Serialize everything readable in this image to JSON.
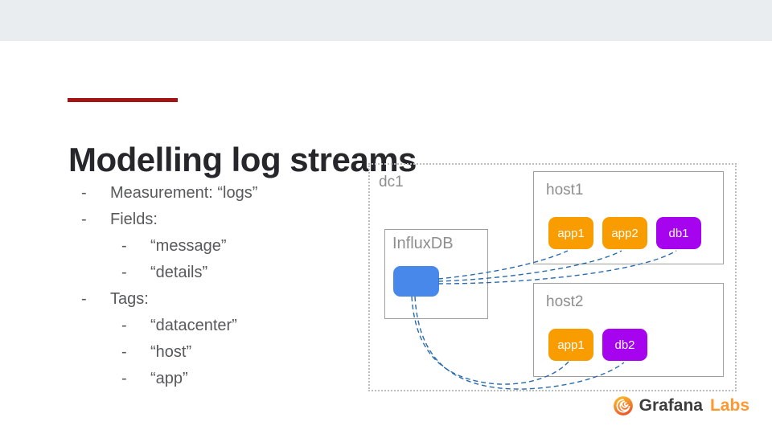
{
  "slide": {
    "title": "Modelling log streams"
  },
  "colors": {
    "topbar": "#e9edef",
    "accent_line": "#a31515",
    "title": "#26262b",
    "body_text": "#58595b",
    "box_label": "#8e8e8e",
    "box_border": "#9e9e9e",
    "dotted_border": "#bdbdbd",
    "app_node": "#f99c00",
    "db_node": "#a603ef",
    "influx_node": "#4788ea",
    "connector": "#2a6bad",
    "brand_text": "#3d3d3d",
    "brand_accent": "#ff9831"
  },
  "bullets": {
    "marker": "-",
    "items": [
      {
        "level": 1,
        "text": "Measurement: “logs”"
      },
      {
        "level": 1,
        "text": "Fields:"
      },
      {
        "level": 2,
        "text": "“message”"
      },
      {
        "level": 2,
        "text": "“details”"
      },
      {
        "level": 1,
        "text": "Tags:"
      },
      {
        "level": 2,
        "text": "“datacenter”"
      },
      {
        "level": 2,
        "text": "“host”"
      },
      {
        "level": 2,
        "text": "“app”"
      }
    ]
  },
  "diagram": {
    "dc_label": "dc1",
    "influx_label": "InfluxDB",
    "hosts": [
      {
        "label": "host1",
        "nodes": [
          {
            "label": "app1",
            "type": "app"
          },
          {
            "label": "app2",
            "type": "app"
          },
          {
            "label": "db1",
            "type": "db"
          }
        ]
      },
      {
        "label": "host2",
        "nodes": [
          {
            "label": "app1",
            "type": "app"
          },
          {
            "label": "db2",
            "type": "db"
          }
        ]
      }
    ]
  },
  "footer": {
    "brand": "Grafana",
    "suffix": "Labs"
  }
}
